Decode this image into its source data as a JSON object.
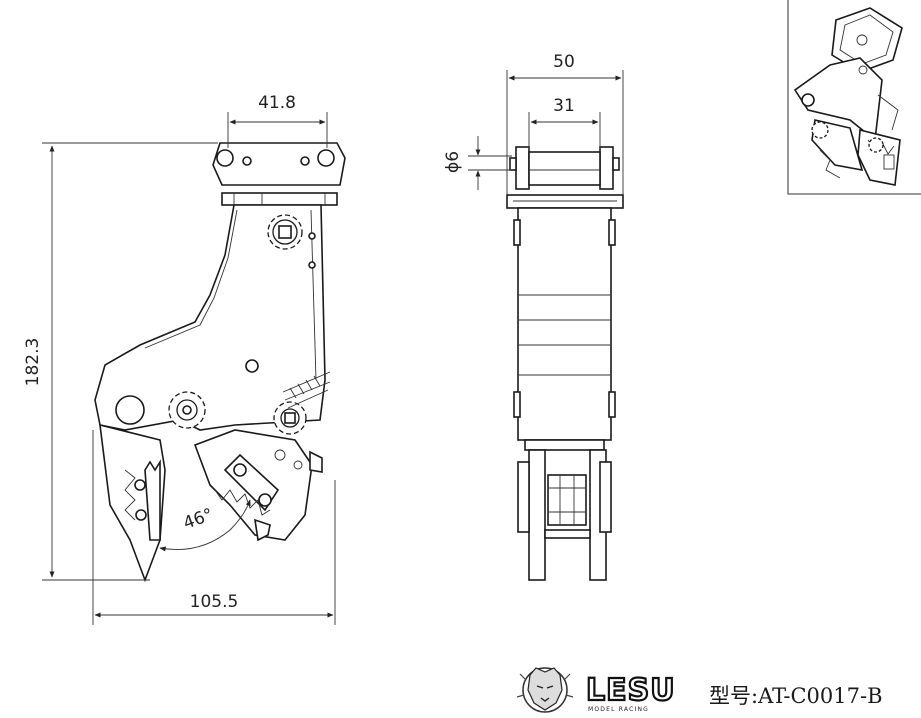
{
  "dimensions": {
    "top_width": "41.8",
    "height": "182.3",
    "bottom_width": "105.5",
    "angle": "46°",
    "side_width": "50",
    "side_inner": "31",
    "pin_dia": "ϕ6"
  },
  "logo": {
    "brand": "LESU",
    "subtitle": "MODEL RACING"
  },
  "model_label": "型号:AT-C0017-B"
}
